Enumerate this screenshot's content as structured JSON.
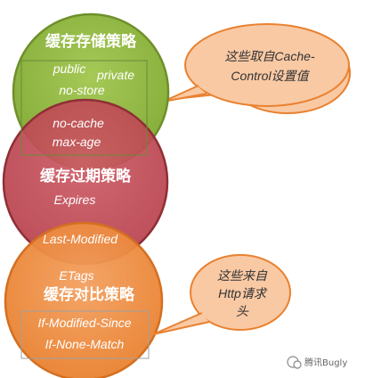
{
  "circles": {
    "cache_strategy": {
      "title": "缓存存储策略",
      "terms": [
        "public",
        "private",
        "no-store"
      ],
      "color": "#8db33d"
    },
    "expiry_strategy": {
      "title": "缓存过期策略",
      "terms": [
        "Expires"
      ],
      "color": "#c04a55"
    },
    "compare_strategy": {
      "title": "缓存对比策略",
      "terms": [
        "If-Modified-Since",
        "If-None-Match"
      ],
      "color": "#ec8a3f"
    }
  },
  "overlaps": {
    "cache_expiry": [
      "no-cache",
      "max-age"
    ],
    "expiry_compare": [
      "Last-Modified"
    ],
    "compare_top": "ETags"
  },
  "callouts": {
    "cache_control": {
      "lines": [
        "这些取自Cache-",
        "Control设置值"
      ],
      "color": "#f9c9a4"
    },
    "http_headers": {
      "lines": [
        "这些来自",
        "Http请求",
        "头"
      ],
      "color": "#f9c9a4"
    }
  },
  "watermark": "腾讯Bugly"
}
